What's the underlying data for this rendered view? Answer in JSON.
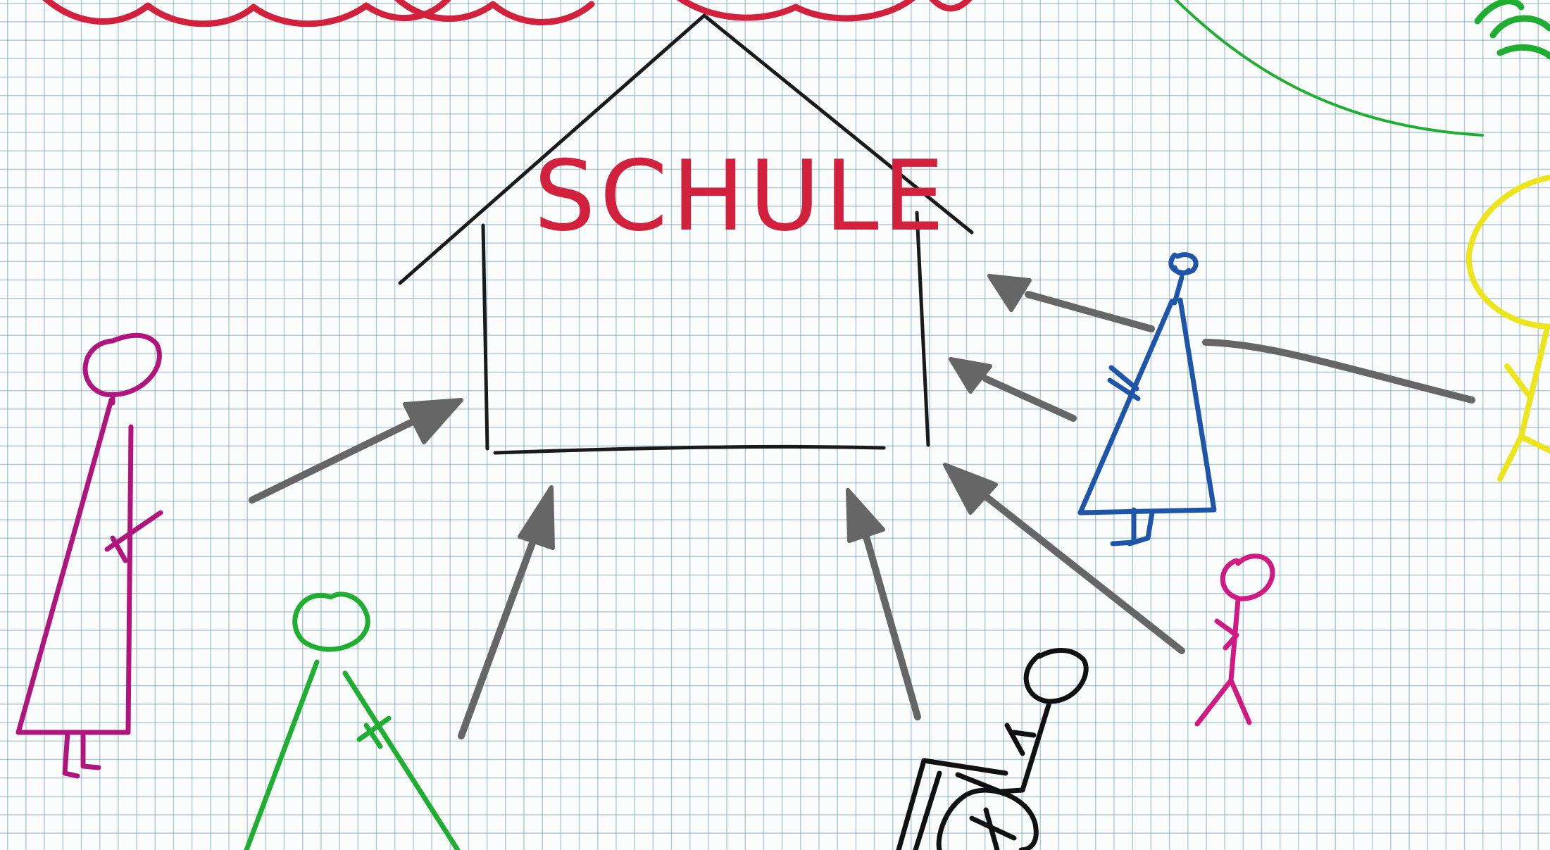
{
  "scene": {
    "building_label": "SCHULE",
    "colors": {
      "paper": "#fbfdfd",
      "grid": "#8fb3bf",
      "label": "#d2213c",
      "cloud": "#d2213c",
      "house": "#1a1a1a",
      "arrows": "#666666",
      "figure_magenta": "#b0157e",
      "figure_green": "#1fae32",
      "figure_blue": "#1f55a8",
      "figure_pink": "#d01983",
      "figure_yellow": "#ede51c",
      "figure_wheelchair": "#111111",
      "hill_green": "#1fae32"
    },
    "figures": [
      "magenta-figure",
      "green-figure",
      "blue-figure",
      "pink-child-figure",
      "wheelchair-user-figure",
      "yellow-figure"
    ]
  }
}
